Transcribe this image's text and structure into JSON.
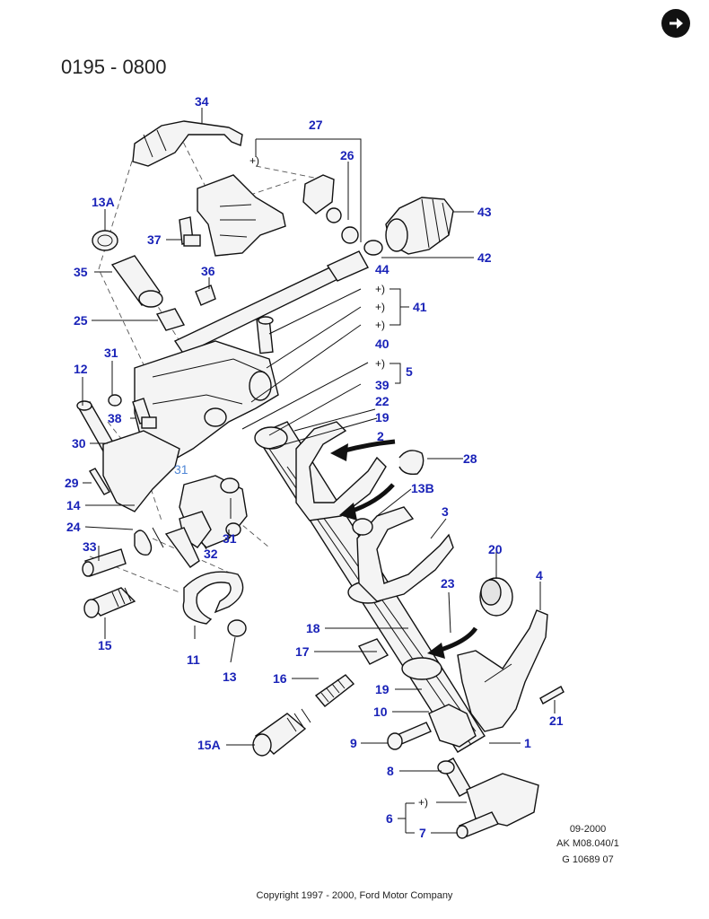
{
  "header": {
    "date_range": "0195 - 0800"
  },
  "icons": {
    "nav": "arrow-right-circle-icon"
  },
  "callouts": [
    {
      "id": "c34",
      "text": "34"
    },
    {
      "id": "c27",
      "text": "27"
    },
    {
      "id": "c26",
      "text": "26"
    },
    {
      "id": "c13A",
      "text": "13A"
    },
    {
      "id": "c37",
      "text": "37"
    },
    {
      "id": "c43",
      "text": "43"
    },
    {
      "id": "c42",
      "text": "42"
    },
    {
      "id": "c35",
      "text": "35"
    },
    {
      "id": "c36",
      "text": "36"
    },
    {
      "id": "c44",
      "text": "44"
    },
    {
      "id": "c41",
      "text": "41"
    },
    {
      "id": "c25",
      "text": "25"
    },
    {
      "id": "c40",
      "text": "40"
    },
    {
      "id": "c31a",
      "text": "31"
    },
    {
      "id": "c12",
      "text": "12"
    },
    {
      "id": "c5",
      "text": "5"
    },
    {
      "id": "c39",
      "text": "39"
    },
    {
      "id": "c38",
      "text": "38"
    },
    {
      "id": "c22",
      "text": "22"
    },
    {
      "id": "c19a",
      "text": "19"
    },
    {
      "id": "c2",
      "text": "2"
    },
    {
      "id": "c30",
      "text": "30"
    },
    {
      "id": "c28",
      "text": "28"
    },
    {
      "id": "c31b",
      "text": "31"
    },
    {
      "id": "c29",
      "text": "29"
    },
    {
      "id": "c13B",
      "text": "13B"
    },
    {
      "id": "c14",
      "text": "14"
    },
    {
      "id": "c3",
      "text": "3"
    },
    {
      "id": "c24",
      "text": "24"
    },
    {
      "id": "c31c",
      "text": "31"
    },
    {
      "id": "c33",
      "text": "33"
    },
    {
      "id": "c32",
      "text": "32"
    },
    {
      "id": "c20",
      "text": "20"
    },
    {
      "id": "c4",
      "text": "4"
    },
    {
      "id": "c23",
      "text": "23"
    },
    {
      "id": "c15",
      "text": "15"
    },
    {
      "id": "c18",
      "text": "18"
    },
    {
      "id": "c11",
      "text": "11"
    },
    {
      "id": "c17",
      "text": "17"
    },
    {
      "id": "c13",
      "text": "13"
    },
    {
      "id": "c16",
      "text": "16"
    },
    {
      "id": "c19b",
      "text": "19"
    },
    {
      "id": "c21",
      "text": "21"
    },
    {
      "id": "c10",
      "text": "10"
    },
    {
      "id": "c9",
      "text": "9"
    },
    {
      "id": "c1",
      "text": "1"
    },
    {
      "id": "c15A",
      "text": "15A"
    },
    {
      "id": "c8",
      "text": "8"
    },
    {
      "id": "c6",
      "text": "6"
    },
    {
      "id": "c7",
      "text": "7"
    }
  ],
  "marks": {
    "plus": "+)"
  },
  "footer": {
    "date": "09-2000",
    "ref1": "AK M08.040/1",
    "ref2": "G 10689 07",
    "copyright": "Copyright 1997 - 2000, Ford Motor Company"
  }
}
